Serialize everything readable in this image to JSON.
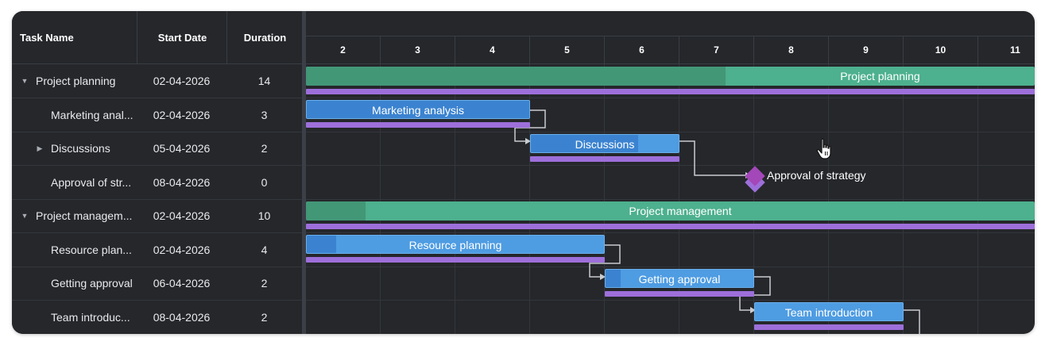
{
  "grid": {
    "headers": {
      "name": "Task Name",
      "start": "Start Date",
      "duration": "Duration"
    },
    "rows": [
      {
        "name": "Project planning",
        "start": "02-04-2026",
        "duration": "14",
        "level": 0,
        "toggle": "expanded"
      },
      {
        "name": "Marketing anal...",
        "start": "02-04-2026",
        "duration": "3",
        "level": 1,
        "toggle": "none"
      },
      {
        "name": "Discussions",
        "start": "05-04-2026",
        "duration": "2",
        "level": 1,
        "toggle": "collapsed"
      },
      {
        "name": "Approval of str...",
        "start": "08-04-2026",
        "duration": "0",
        "level": 1,
        "toggle": "none"
      },
      {
        "name": "Project managem...",
        "start": "02-04-2026",
        "duration": "10",
        "level": 0,
        "toggle": "expanded"
      },
      {
        "name": "Resource plan...",
        "start": "02-04-2026",
        "duration": "4",
        "level": 1,
        "toggle": "none"
      },
      {
        "name": "Getting approval",
        "start": "06-04-2026",
        "duration": "2",
        "level": 1,
        "toggle": "none"
      },
      {
        "name": "Team introduc...",
        "start": "08-04-2026",
        "duration": "2",
        "level": 1,
        "toggle": "none"
      }
    ]
  },
  "timeline": {
    "days": [
      "2",
      "3",
      "4",
      "5",
      "6",
      "7",
      "8",
      "9",
      "10",
      "11"
    ]
  },
  "bars": {
    "project_planning": {
      "label": "Project planning",
      "type": "summary",
      "progress": 0.57
    },
    "marketing_analysis": {
      "label": "Marketing analysis",
      "type": "task",
      "progress": 1.0
    },
    "discussions": {
      "label": "Discussions",
      "type": "task",
      "progress": 0.72
    },
    "approval_of_strategy": {
      "label": "Approval of strategy",
      "type": "milestone"
    },
    "project_management": {
      "label": "Project management",
      "type": "summary",
      "progress": 0.08
    },
    "resource_planning": {
      "label": "Resource planning",
      "type": "task",
      "progress": 0.1
    },
    "getting_approval": {
      "label": "Getting approval",
      "type": "task",
      "progress": 0.1
    },
    "team_introduction": {
      "label": "Team introduction",
      "type": "task",
      "progress": 0.0
    }
  },
  "colors": {
    "background": "#25272b",
    "summary": "#4db08e",
    "summary_progress": "#429777",
    "task": "#4e9ce2",
    "task_progress": "#3b83d0",
    "baseline": "#9d6fda",
    "milestone": "#a347b9",
    "link": "#c9ccd1"
  },
  "icons": {
    "expanded": "caret-down-icon",
    "collapsed": "caret-right-icon",
    "cursor": "hand-pointer-icon"
  }
}
